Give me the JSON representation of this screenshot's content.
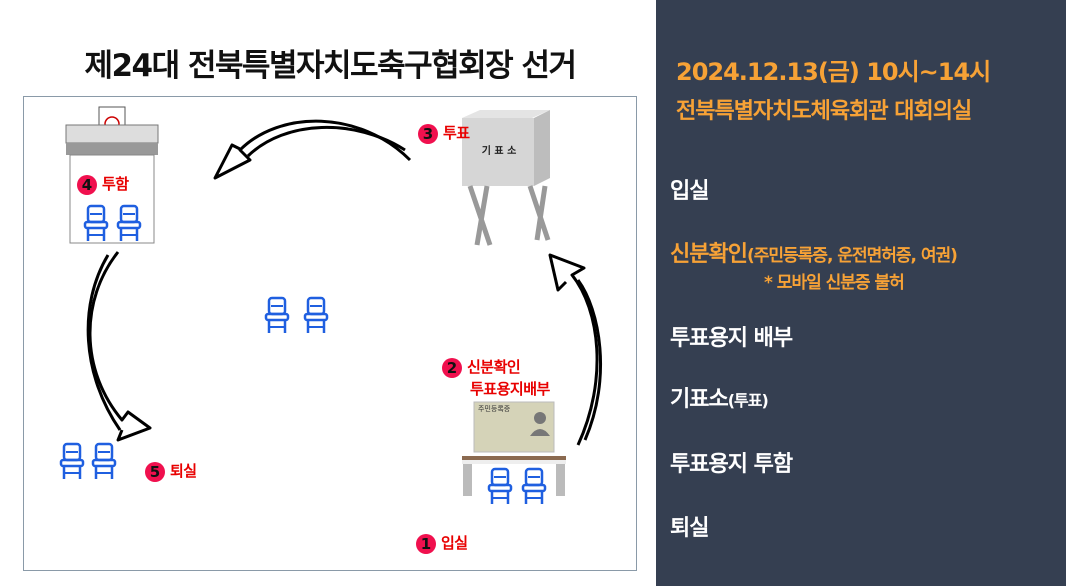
{
  "title": "제24대 전북특별자치도축구협회장 선거",
  "panel": {
    "datetime": "2024.12.13(금) 10시~14시",
    "venue": "전북특별자치도체육회관 대회의실",
    "steps": [
      {
        "main": "입실"
      },
      {
        "main": "신분확인",
        "sub": "(주민등록증, 운전면허증, 여권)",
        "note": "* 모바일 신분증  불허"
      },
      {
        "main": "투표용지 배부"
      },
      {
        "main": "기표소",
        "sub": "(투표)"
      },
      {
        "main": "투표용지 투함"
      },
      {
        "main": "퇴실"
      }
    ]
  },
  "diagram": {
    "booth_label": "기 표 소",
    "id_card_label": "주민등록증",
    "stations": [
      {
        "num": "1",
        "label": "입실"
      },
      {
        "num": "2",
        "label": "신분확인",
        "label2": "투표용지배부"
      },
      {
        "num": "3",
        "label": "투표"
      },
      {
        "num": "4",
        "label": "투함"
      },
      {
        "num": "5",
        "label": "퇴실"
      }
    ]
  },
  "colors": {
    "panel": "#353f51",
    "accent": "#f7a236",
    "badge": "#f0104e",
    "label": "#e80000",
    "chair": "#1f5fe0"
  }
}
